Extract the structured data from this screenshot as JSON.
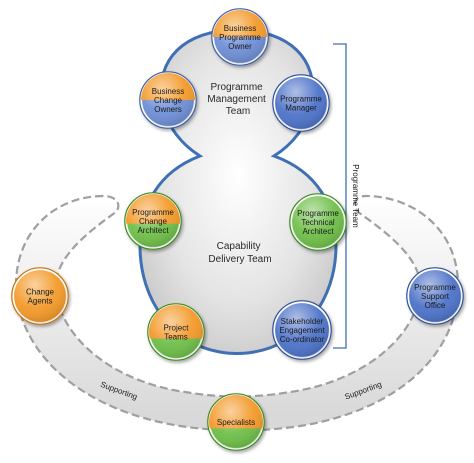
{
  "diagram": {
    "teams": {
      "management": [
        "Programme",
        "Management",
        "Team"
      ],
      "capability": [
        "Capability",
        "Delivery Team"
      ]
    },
    "bracket_label": "Programme Team",
    "supporting_labels": [
      "Supporting",
      "Supporting"
    ],
    "roles": {
      "business_programme_owner": {
        "lines": [
          "Business",
          "Programme",
          "Owner"
        ],
        "colors": [
          "#f39a2a",
          "#6f8fd6"
        ]
      },
      "business_change_owners": {
        "lines": [
          "Business",
          "Change",
          "Owners"
        ],
        "colors": [
          "#f39a2a",
          "#6f8fd6"
        ]
      },
      "programme_manager": {
        "lines": [
          "Programme",
          "Manager"
        ],
        "colors": [
          "#4e73c9"
        ]
      },
      "programme_change_architect": {
        "lines": [
          "Programme",
          "Change",
          "Architect"
        ],
        "colors": [
          "#f39a2a",
          "#6fbf4a"
        ]
      },
      "programme_technical_architect": {
        "lines": [
          "Programme",
          "Technical",
          "Architect"
        ],
        "colors": [
          "#6fbf4a"
        ]
      },
      "change_agents": {
        "lines": [
          "Change",
          "Agents"
        ],
        "colors": [
          "#f39a2a"
        ]
      },
      "programme_support_office": {
        "lines": [
          "Programme",
          "Support",
          "Office"
        ],
        "colors": [
          "#4e73c9"
        ]
      },
      "project_teams": {
        "lines": [
          "Project",
          "Teams"
        ],
        "colors": [
          "#f39a2a",
          "#6fbf4a"
        ]
      },
      "stakeholder_engagement_coordinator": {
        "lines": [
          "Stakeholder",
          "Engagement",
          "Co-ordinator"
        ],
        "colors": [
          "#4e73c9"
        ]
      },
      "specialists": {
        "lines": [
          "Specialists"
        ],
        "colors": [
          "#f39a2a",
          "#6fbf4a"
        ]
      }
    },
    "colors": {
      "figure_outline": "#3f6fb4",
      "figure_fill": "#d9d9d9",
      "support_band": "#e3e3e3",
      "dashed": "#9a9a9a",
      "bracket": "#3f6fb4"
    }
  }
}
